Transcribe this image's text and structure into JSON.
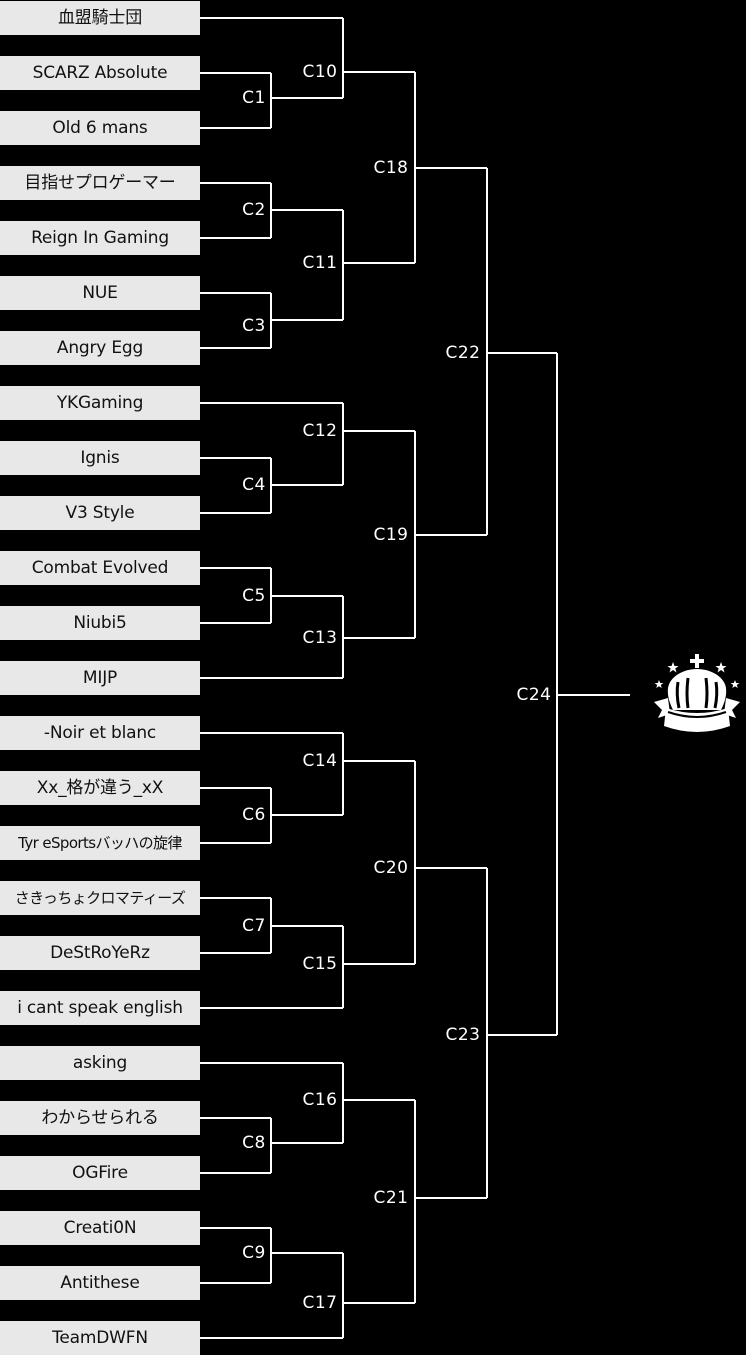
{
  "teams": [
    "血盟騎士団",
    "SCARZ Absolute",
    "Old 6 mans",
    "目指せプロゲーマー",
    "Reign In Gaming",
    "NUE",
    "Angry Egg",
    "YKGaming",
    "Ignis",
    "V3 Style",
    "Combat Evolved",
    "Niubi5",
    "MIJP",
    "-Noir et blanc",
    "Xx_格が違う_xX",
    "Tyr eSportsバッハの旋律",
    "さきっちょクロマティーズ",
    "DeStRoYeRz",
    "i cant speak english",
    "asking",
    "わからせられる",
    "OGFire",
    "Creati0N",
    "Antithese",
    "TeamDWFN"
  ],
  "matches": {
    "C1": "C1",
    "C2": "C2",
    "C3": "C3",
    "C4": "C4",
    "C5": "C5",
    "C6": "C6",
    "C7": "C7",
    "C8": "C8",
    "C9": "C9",
    "C10": "C10",
    "C11": "C11",
    "C12": "C12",
    "C13": "C13",
    "C14": "C14",
    "C15": "C15",
    "C16": "C16",
    "C17": "C17",
    "C18": "C18",
    "C19": "C19",
    "C20": "C20",
    "C21": "C21",
    "C22": "C22",
    "C23": "C23",
    "C24": "C24"
  },
  "icons": {
    "champion": "crown-trophy-icon"
  },
  "colors": {
    "background": "#000000",
    "slot": "#e8e8e8",
    "line": "#ffffff"
  }
}
